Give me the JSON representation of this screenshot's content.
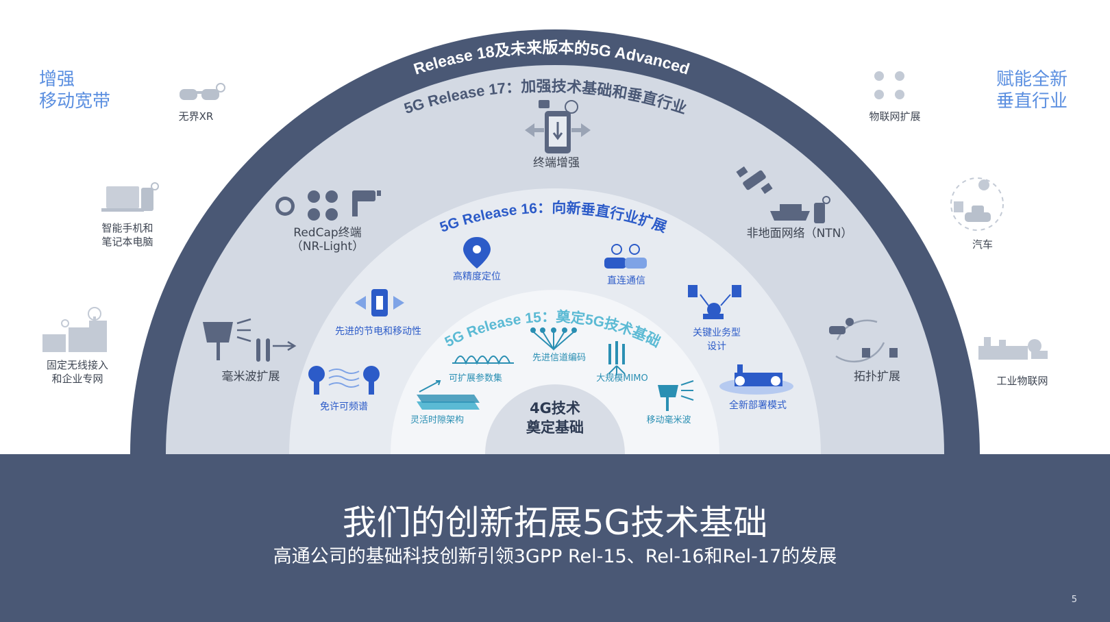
{
  "left_title": [
    "增强",
    "移动宽带"
  ],
  "right_title": [
    "赋能全新",
    "垂直行业"
  ],
  "rings": {
    "outer_title": "Release 18及未来版本的5G Advanced",
    "r17_title": "5G Release 17：加强技术基础和垂直行业",
    "r16_title": "5G Release 16：向新垂直行业扩展",
    "r15_title": "5G Release 15：奠定5G技术基础",
    "core": [
      "4G技术",
      "奠定基础"
    ]
  },
  "outside_left": {
    "xr": "无界XR",
    "phone": [
      "智能手机和",
      "笔记本电脑"
    ],
    "fixed": [
      "固定无线接入",
      "和企业专网"
    ]
  },
  "outside_right": {
    "iot": "物联网扩展",
    "car": "汽车",
    "iiot": "工业物联网"
  },
  "r17_items": {
    "terminal": "终端增强",
    "redcap": [
      "RedCap终端",
      "（NR-Light）"
    ],
    "ntn": "非地面网络（NTN）",
    "mmwave": "毫米波扩展",
    "topology": "拓扑扩展"
  },
  "r16_items": {
    "positioning": "高精度定位",
    "sidelink": "直连通信",
    "power": "先进的节电和移动性",
    "critical": [
      "关键业务型",
      "设计"
    ],
    "unlicensed": "免许可频谱",
    "deployment": "全新部署模式"
  },
  "r15_items": {
    "coding": "先进信道编码",
    "numerology": "可扩展参数集",
    "mimo": "大规模MIMO",
    "tdd": "灵活时隙架构",
    "mobile_mmwave": "移动毫米波"
  },
  "footer": {
    "headline": "我们的创新拓展5G技术基础",
    "sub": "高通公司的基础科技创新引领3GPP Rel-15、Rel-16和Rel-17的发展",
    "page": "5"
  },
  "colors": {
    "outer_ring": "#4a5875",
    "r17_ring": "#d5dbe5",
    "r16_ring": "#e8ecf2",
    "r15_ring": "#f3f5f8",
    "core": "#d9dee6",
    "blue_text": "#2c5bc8",
    "teal_text": "#4ab4cf",
    "side_title": "#5b8fe0"
  }
}
